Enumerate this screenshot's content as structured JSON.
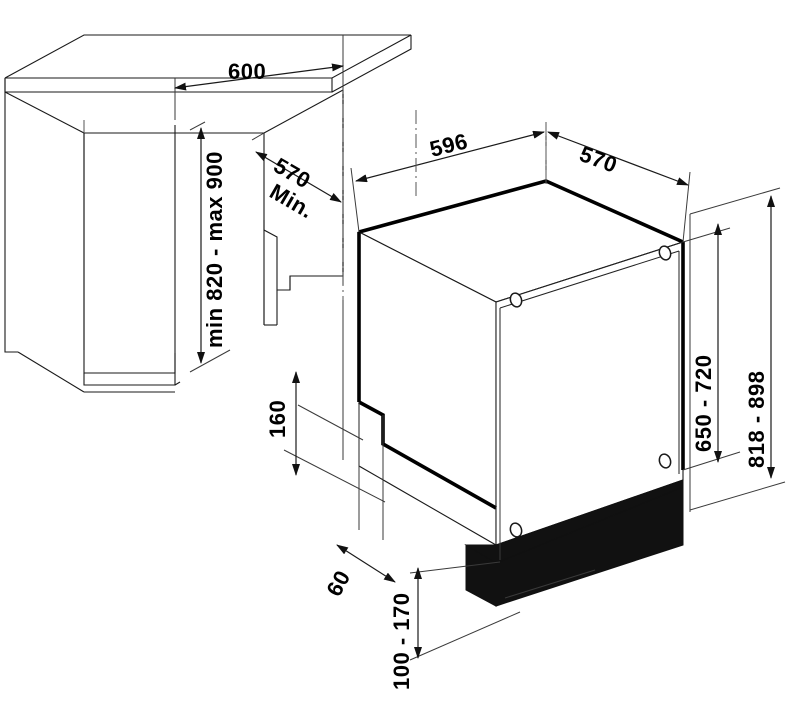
{
  "drawing": {
    "type": "technical-installation-diagram",
    "subject": "Built-in dishwasher installation dimensions",
    "units": "mm",
    "background_color": "#ffffff",
    "line_color": "#111111",
    "accent_fill": "#111111"
  },
  "dimensions": {
    "cabinet_niche_width": "600",
    "cabinet_niche_depth": "570",
    "cabinet_depth_qualifier": "Min.",
    "cabinet_height_range": "min 820 - max 900",
    "appliance_width": "596",
    "appliance_depth": "570",
    "appliance_door_height_range": "650 - 720",
    "appliance_total_height_range": "818 - 898",
    "plinth_recess_height": "160",
    "plinth_setback": "60",
    "plinth_height_range": "100 - 170"
  },
  "labels": [
    {
      "id": "label-600",
      "text": "600",
      "meaning": "cabinet-niche-width"
    },
    {
      "id": "label-570-min",
      "text": "570",
      "meaning": "cabinet-niche-depth"
    },
    {
      "id": "label-min",
      "text": "Min.",
      "meaning": "depth-minimum-qualifier"
    },
    {
      "id": "label-height-range",
      "text": "min 820 - max 900",
      "meaning": "cabinet-niche-height"
    },
    {
      "id": "label-596",
      "text": "596",
      "meaning": "appliance-width"
    },
    {
      "id": "label-570-appliance",
      "text": "570",
      "meaning": "appliance-depth"
    },
    {
      "id": "label-650-720",
      "text": "650 - 720",
      "meaning": "appliance-door-panel-height"
    },
    {
      "id": "label-818-898",
      "text": "818 - 898",
      "meaning": "appliance-overall-height"
    },
    {
      "id": "label-160",
      "text": "160",
      "meaning": "plinth-recess-height"
    },
    {
      "id": "label-60",
      "text": "60",
      "meaning": "plinth-setback-depth"
    },
    {
      "id": "label-100-170",
      "text": "100 - 170",
      "meaning": "plinth-height-range"
    }
  ],
  "components": {
    "cabinet_name": "kitchen-cabinet-niche",
    "appliance_name": "dishwasher-body",
    "plinth_name": "dishwasher-plinth",
    "door_holes_count": 4
  }
}
